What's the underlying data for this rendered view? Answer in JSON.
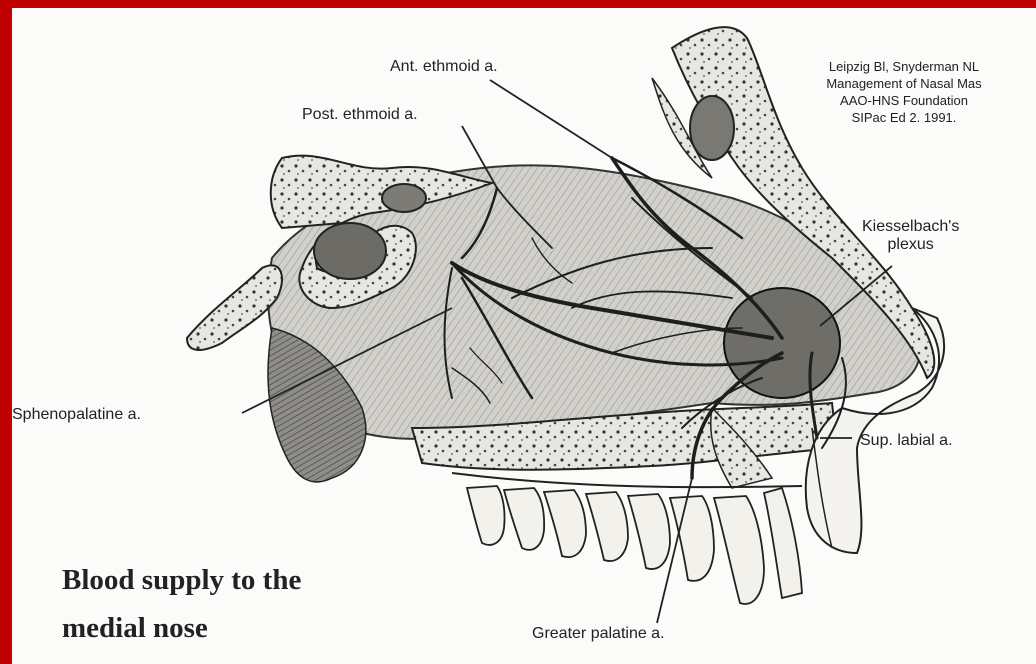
{
  "labels": {
    "ant_ethmoid": "Ant. ethmoid a.",
    "post_ethmoid": "Post. ethmoid a.",
    "kiesselbach": [
      "Kiesselbach's",
      "plexus"
    ],
    "sphenopalatine": "Sphenopalatine a.",
    "sup_labial": "Sup. labial a.",
    "greater_palatine": "Greater palatine a."
  },
  "citation": [
    "Leipzig Bl, Snyderman NL",
    "Management of Nasal Mas",
    "AAO-HNS Foundation",
    "SIPac Ed 2. 1991."
  ],
  "title": [
    "Blood supply to the",
    "medial nose"
  ],
  "colors": {
    "frame": "#c00000",
    "background": "#fbfbf9",
    "ink": "#222222"
  }
}
